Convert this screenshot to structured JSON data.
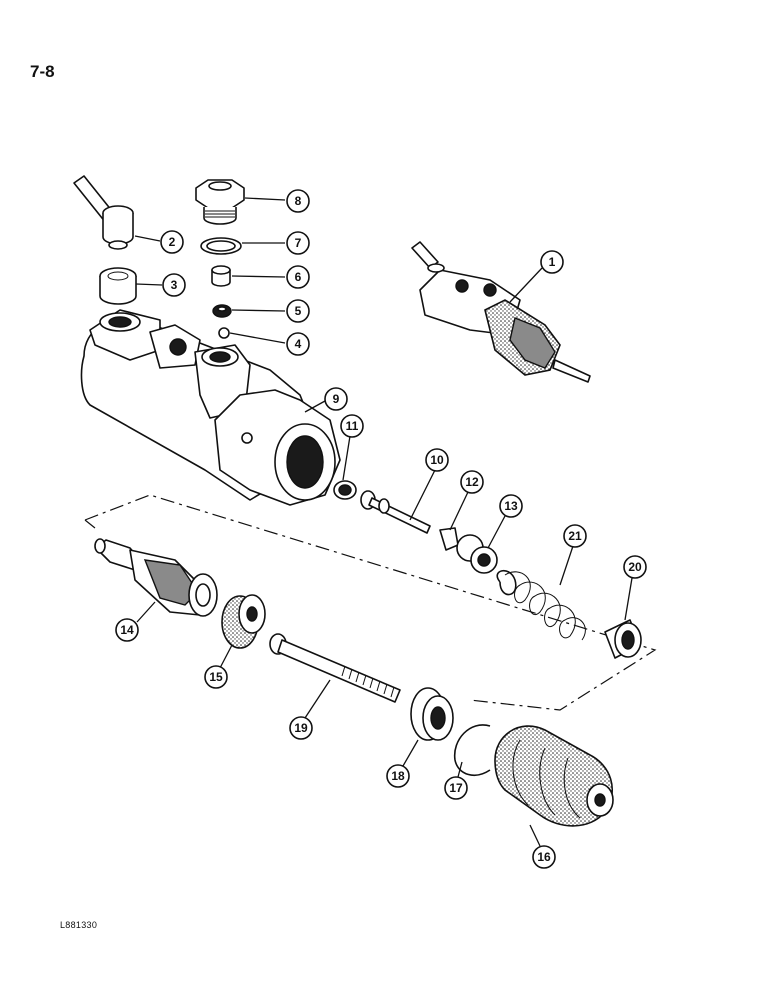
{
  "page": {
    "number": "7-8",
    "drawing_id": "L881330"
  },
  "callouts": [
    {
      "id": "c1",
      "label": "1",
      "part": "master-cylinder-assembly"
    },
    {
      "id": "c2",
      "label": "2",
      "part": "fitting-and-seal"
    },
    {
      "id": "c3",
      "label": "3",
      "part": "bushing"
    },
    {
      "id": "c4",
      "label": "4",
      "part": "ball"
    },
    {
      "id": "c5",
      "label": "5",
      "part": "seat"
    },
    {
      "id": "c6",
      "label": "6",
      "part": "valve-plug"
    },
    {
      "id": "c7",
      "label": "7",
      "part": "washer"
    },
    {
      "id": "c8",
      "label": "8",
      "part": "plug"
    },
    {
      "id": "c9",
      "label": "9",
      "part": "body"
    },
    {
      "id": "c10",
      "label": "10",
      "part": "push-rod-pin"
    },
    {
      "id": "c11",
      "label": "11",
      "part": "seal"
    },
    {
      "id": "c12",
      "label": "12",
      "part": "retainer-washer"
    },
    {
      "id": "c13",
      "label": "13",
      "part": "spring-seat"
    },
    {
      "id": "c14",
      "label": "14",
      "part": "piston"
    },
    {
      "id": "c15",
      "label": "15",
      "part": "piston-seal"
    },
    {
      "id": "c16",
      "label": "16",
      "part": "dust-boot"
    },
    {
      "id": "c17",
      "label": "17",
      "part": "snap-ring"
    },
    {
      "id": "c18",
      "label": "18",
      "part": "guide"
    },
    {
      "id": "c19",
      "label": "19",
      "part": "push-rod"
    },
    {
      "id": "c20",
      "label": "20",
      "part": "sleeve"
    },
    {
      "id": "c21",
      "label": "21",
      "part": "spring"
    }
  ]
}
